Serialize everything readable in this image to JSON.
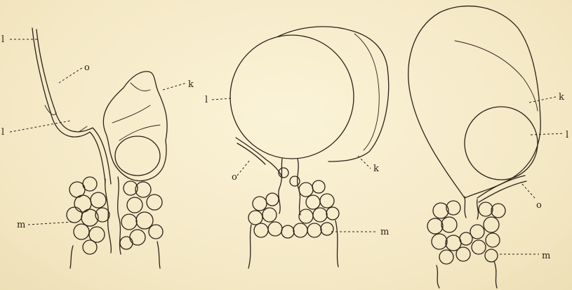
{
  "figures": [
    {
      "id": "left",
      "labels": {
        "l_top": "l",
        "o": "o",
        "k": "k",
        "l_mid": "l",
        "m": "m"
      }
    },
    {
      "id": "middle",
      "labels": {
        "l": "l",
        "o": "o",
        "k": "k",
        "m": "m"
      }
    },
    {
      "id": "right",
      "labels": {
        "k": "k",
        "l": "l",
        "o": "o",
        "m": "m"
      }
    }
  ],
  "colors": {
    "paper": "#f6ecc9",
    "ink": "#2a2218"
  }
}
